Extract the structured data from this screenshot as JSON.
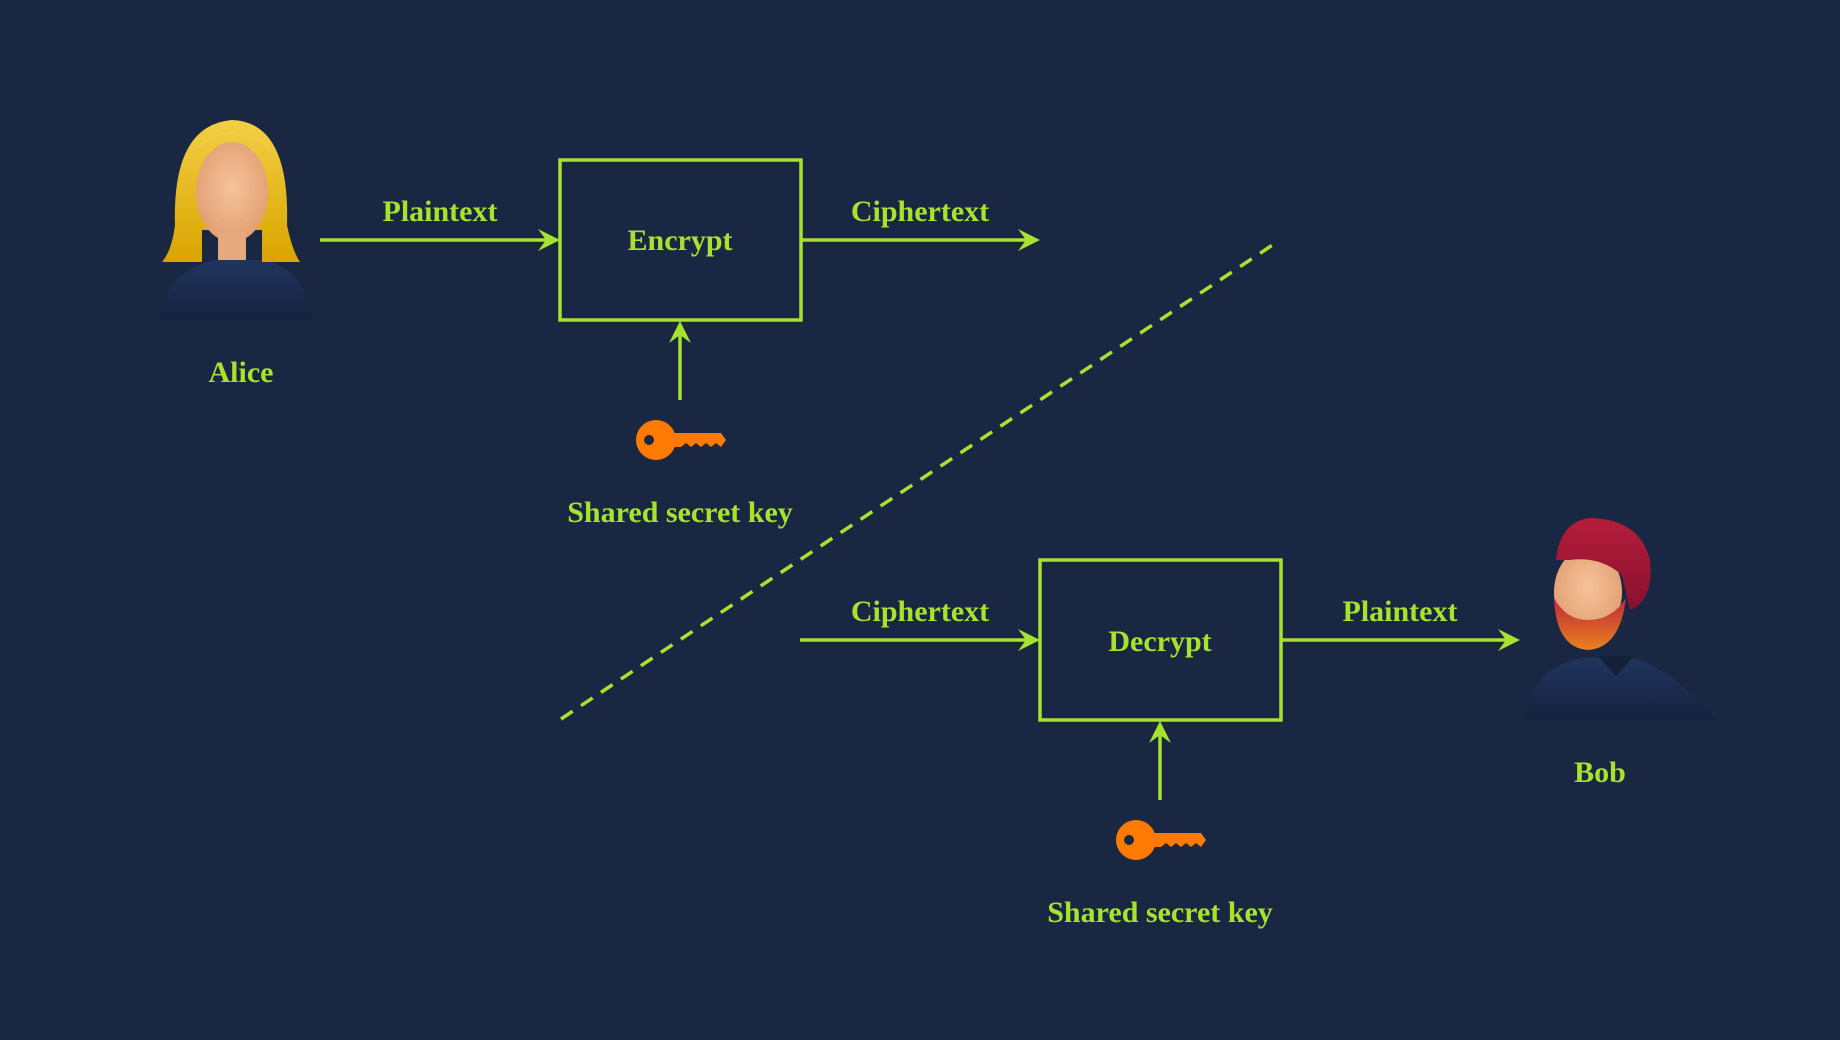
{
  "diagram": {
    "alice_label": "Alice",
    "bob_label": "Bob",
    "encrypt_label": "Encrypt",
    "decrypt_label": "Decrypt",
    "top_plaintext_label": "Plaintext",
    "top_ciphertext_label": "Ciphertext",
    "bottom_ciphertext_label": "Ciphertext",
    "bottom_plaintext_label": "Plaintext",
    "top_key_label": "Shared secret key",
    "bottom_key_label": "Shared secret key"
  },
  "colors": {
    "background": "#1a2742",
    "accent": "#a6e22e",
    "key": "#ff7a00"
  },
  "icons": [
    "alice-avatar-icon",
    "bob-avatar-icon",
    "key-icon"
  ]
}
